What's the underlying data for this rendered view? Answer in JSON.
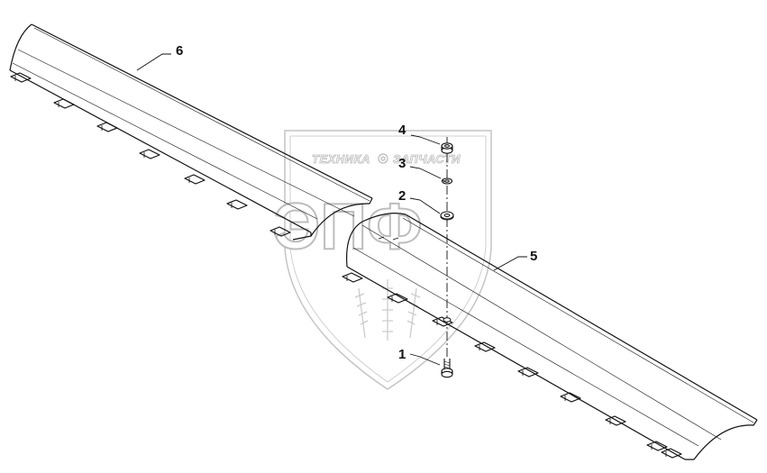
{
  "diagram": {
    "callouts": {
      "part_1": "1",
      "part_2": "2",
      "part_3": "3",
      "part_4": "4",
      "part_5": "5",
      "part_6": "6"
    },
    "watermark": {
      "line_left": "ТЕХНИКА",
      "line_right": "ЗАПЧАСТИ",
      "letters": "ЭПФ"
    }
  },
  "colors": {
    "line": "#111111",
    "watermark": "#bdbdbd"
  }
}
